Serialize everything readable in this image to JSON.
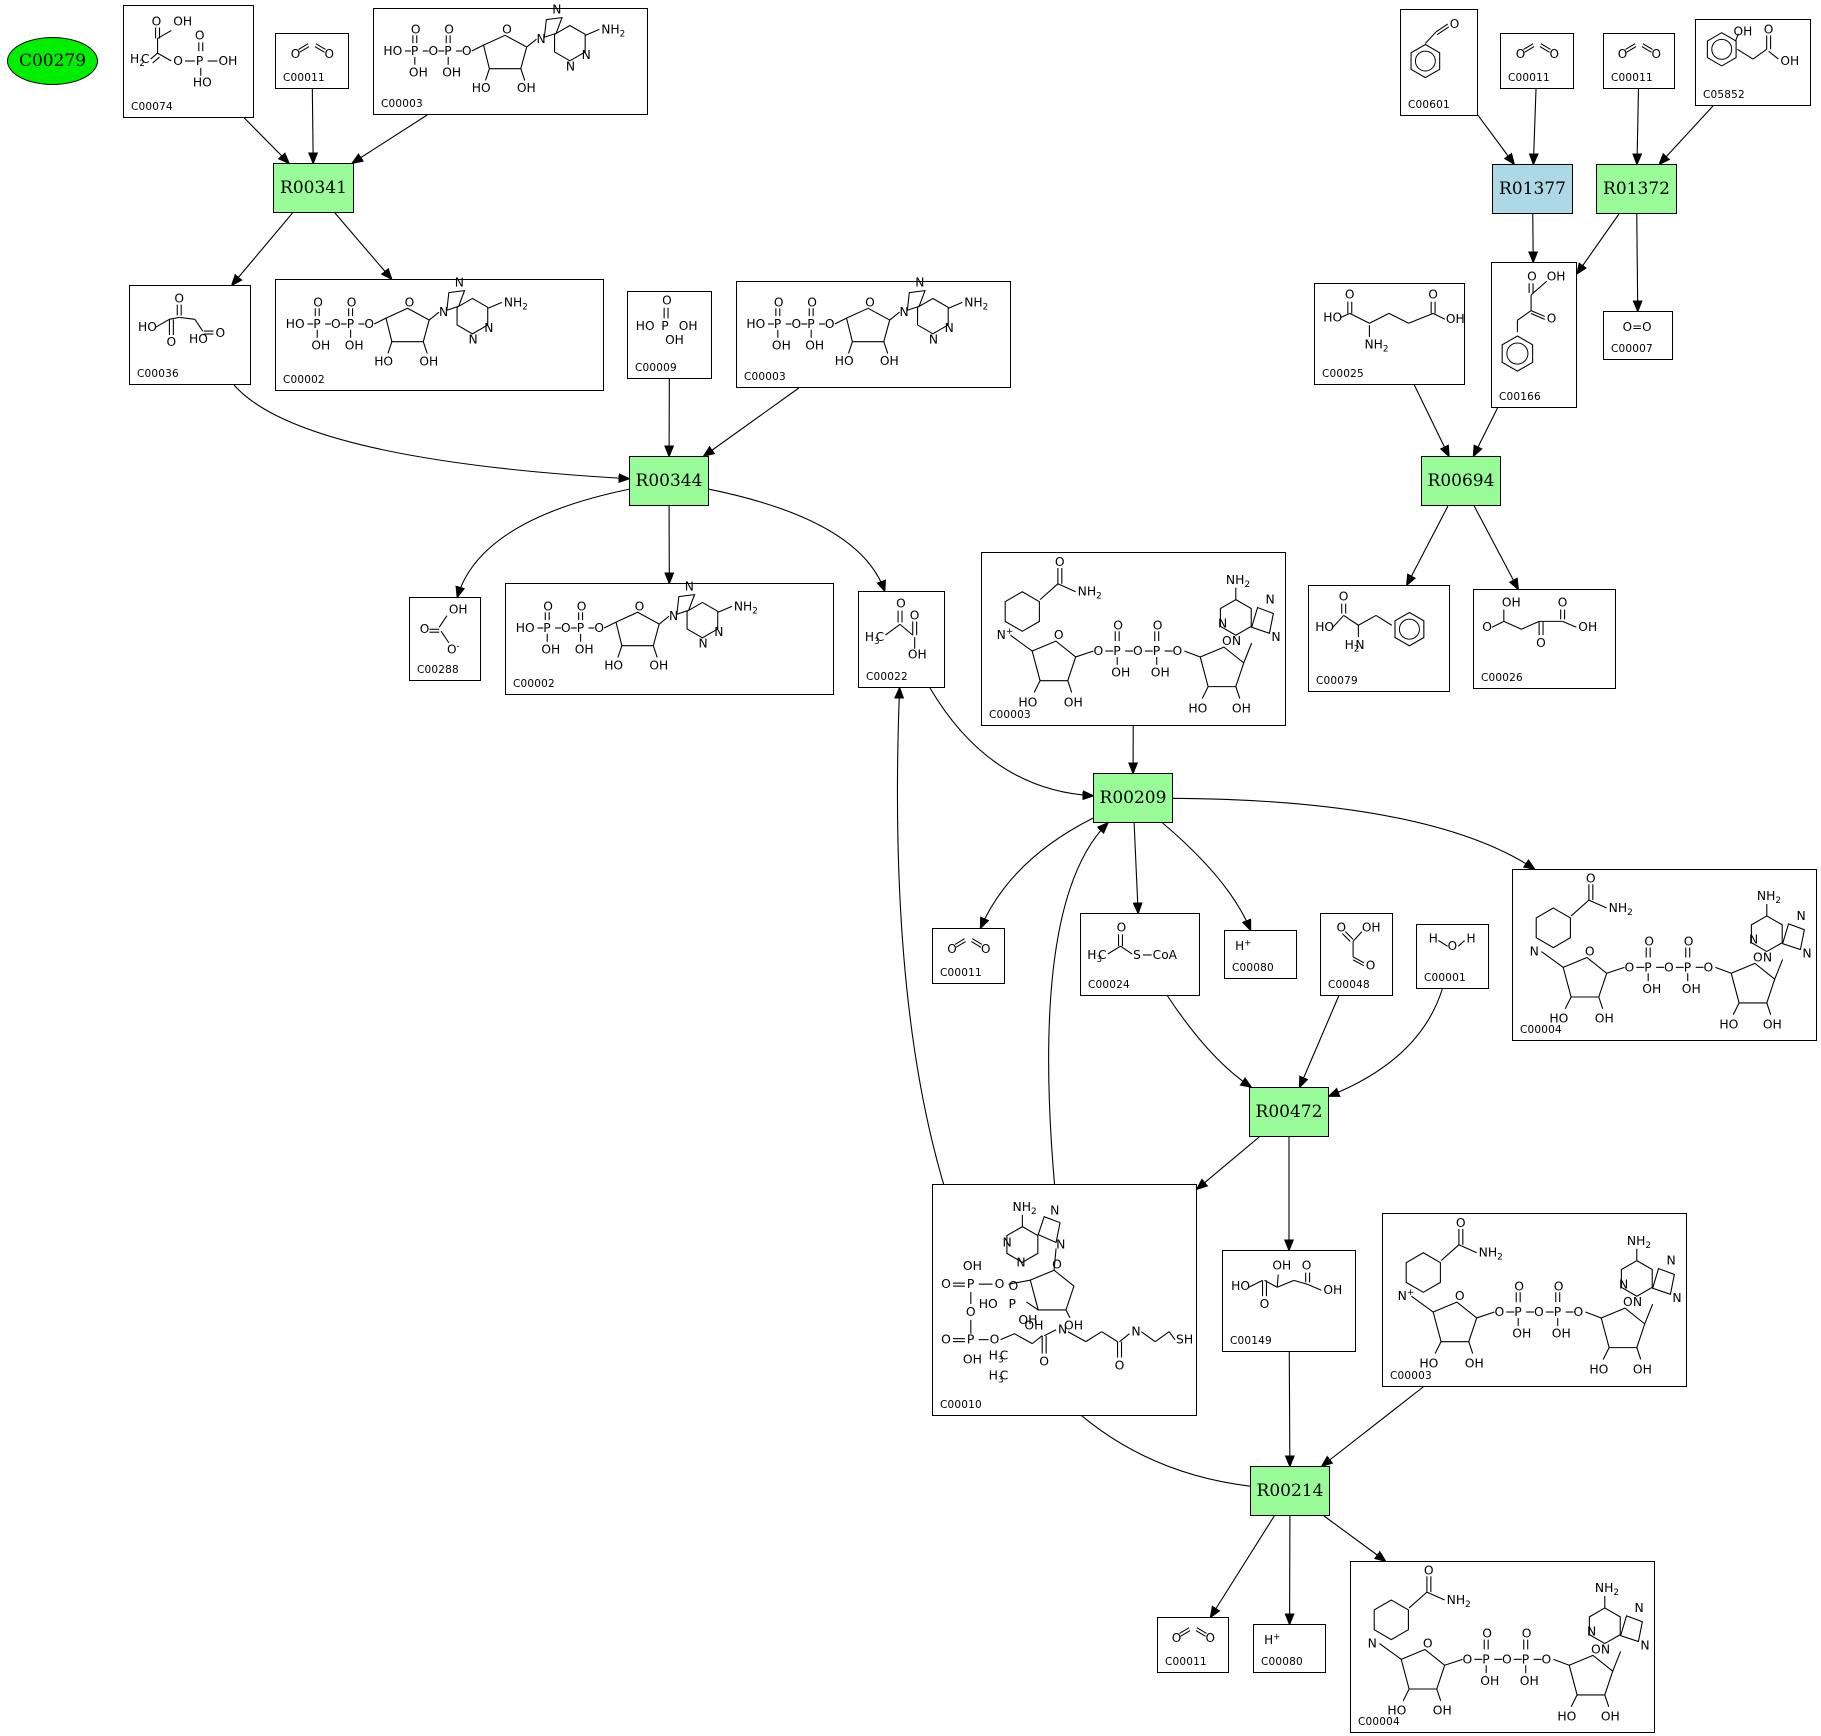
{
  "colors": {
    "reaction": "#98fb98",
    "reaction_selected": "#add8e6",
    "start_node": "#00ee00"
  },
  "start_node": {
    "label": "C00279"
  },
  "reactions": [
    {
      "id": "R00341",
      "label": "R00341",
      "selected": false
    },
    {
      "id": "R00344",
      "label": "R00344",
      "selected": false
    },
    {
      "id": "R00209",
      "label": "R00209",
      "selected": false
    },
    {
      "id": "R00472",
      "label": "R00472",
      "selected": false
    },
    {
      "id": "R00214",
      "label": "R00214",
      "selected": false
    },
    {
      "id": "R01377",
      "label": "R01377",
      "selected": true
    },
    {
      "id": "R01372",
      "label": "R01372",
      "selected": false
    },
    {
      "id": "R00694",
      "label": "R00694",
      "selected": false
    }
  ],
  "compounds": [
    {
      "key": "c00074",
      "id": "C00074",
      "structure": "pep"
    },
    {
      "key": "c00011a",
      "id": "C00011",
      "structure": "co2"
    },
    {
      "key": "c00003a",
      "id": "C00003",
      "structure": "atp"
    },
    {
      "key": "c00036",
      "id": "C00036",
      "structure": "oxaloacetate"
    },
    {
      "key": "c00002a",
      "id": "C00002",
      "structure": "atp"
    },
    {
      "key": "c00009",
      "id": "C00009",
      "structure": "phosphate"
    },
    {
      "key": "c00003b",
      "id": "C00003",
      "structure": "atp"
    },
    {
      "key": "c00288",
      "id": "C00288",
      "structure": "bicarbonate"
    },
    {
      "key": "c00002b",
      "id": "C00002",
      "structure": "atp"
    },
    {
      "key": "c00022",
      "id": "C00022",
      "structure": "pyruvate"
    },
    {
      "key": "c00003c",
      "id": "C00003",
      "structure": "nad"
    },
    {
      "key": "c00011b",
      "id": "C00011",
      "structure": "co2"
    },
    {
      "key": "c00024",
      "id": "C00024",
      "structure": "acetylcoa"
    },
    {
      "key": "c00080a",
      "id": "C00080",
      "structure": "proton"
    },
    {
      "key": "c00048",
      "id": "C00048",
      "structure": "glyoxylate"
    },
    {
      "key": "c00001",
      "id": "C00001",
      "structure": "water"
    },
    {
      "key": "c00004a",
      "id": "C00004",
      "structure": "nadh"
    },
    {
      "key": "c00010",
      "id": "C00010",
      "structure": "coa"
    },
    {
      "key": "c00149",
      "id": "C00149",
      "structure": "malate"
    },
    {
      "key": "c00003d",
      "id": "C00003",
      "structure": "nad"
    },
    {
      "key": "c00011c",
      "id": "C00011",
      "structure": "co2"
    },
    {
      "key": "c00080b",
      "id": "C00080",
      "structure": "proton"
    },
    {
      "key": "c00004b",
      "id": "C00004",
      "structure": "nadh"
    },
    {
      "key": "c00601",
      "id": "C00601",
      "structure": "phenylacetaldehyde"
    },
    {
      "key": "c00011d",
      "id": "C00011",
      "structure": "co2"
    },
    {
      "key": "c00011e",
      "id": "C00011",
      "structure": "co2"
    },
    {
      "key": "c05852",
      "id": "C05852",
      "structure": "hydroxyphenylacetate"
    },
    {
      "key": "c00166",
      "id": "C00166",
      "structure": "phenylpyruvate"
    },
    {
      "key": "c00007",
      "id": "C00007",
      "structure": "oxygen"
    },
    {
      "key": "c00025",
      "id": "C00025",
      "structure": "glutamate"
    },
    {
      "key": "c00079",
      "id": "C00079",
      "structure": "phenylalanine"
    },
    {
      "key": "c00026",
      "id": "C00026",
      "structure": "oxoglutarate"
    }
  ],
  "edges": [
    {
      "from": "c00074",
      "to": "R00341"
    },
    {
      "from": "c00011a",
      "to": "R00341"
    },
    {
      "from": "c00003a",
      "to": "R00341"
    },
    {
      "from": "R00341",
      "to": "c00036"
    },
    {
      "from": "R00341",
      "to": "c00002a"
    },
    {
      "from": "c00036",
      "to": "R00344"
    },
    {
      "from": "c00009",
      "to": "R00344"
    },
    {
      "from": "c00003b",
      "to": "R00344"
    },
    {
      "from": "R00344",
      "to": "c00288"
    },
    {
      "from": "R00344",
      "to": "c00002b"
    },
    {
      "from": "R00344",
      "to": "c00022"
    },
    {
      "from": "c00022",
      "to": "R00209"
    },
    {
      "from": "c00003c",
      "to": "R00209"
    },
    {
      "from": "c00010",
      "to": "R00209"
    },
    {
      "from": "R00209",
      "to": "c00011b"
    },
    {
      "from": "R00209",
      "to": "c00024"
    },
    {
      "from": "R00209",
      "to": "c00080a"
    },
    {
      "from": "R00209",
      "to": "c00004a"
    },
    {
      "from": "c00024",
      "to": "R00472"
    },
    {
      "from": "c00048",
      "to": "R00472"
    },
    {
      "from": "c00001",
      "to": "R00472"
    },
    {
      "from": "R00472",
      "to": "c00010"
    },
    {
      "from": "R00472",
      "to": "c00149"
    },
    {
      "from": "c00149",
      "to": "R00214"
    },
    {
      "from": "c00003d",
      "to": "R00214"
    },
    {
      "from": "R00214",
      "to": "c00022"
    },
    {
      "from": "R00214",
      "to": "c00011c"
    },
    {
      "from": "R00214",
      "to": "c00080b"
    },
    {
      "from": "R00214",
      "to": "c00004b"
    },
    {
      "from": "c00601",
      "to": "R01377"
    },
    {
      "from": "c00011d",
      "to": "R01377"
    },
    {
      "from": "c00011e",
      "to": "R01372"
    },
    {
      "from": "c05852",
      "to": "R01372"
    },
    {
      "from": "R01377",
      "to": "c00166"
    },
    {
      "from": "R01372",
      "to": "c00166"
    },
    {
      "from": "R01372",
      "to": "c00007"
    },
    {
      "from": "c00025",
      "to": "R00694"
    },
    {
      "from": "c00166",
      "to": "R00694"
    },
    {
      "from": "R00694",
      "to": "c00079"
    },
    {
      "from": "R00694",
      "to": "c00026"
    }
  ],
  "atom_labels": {
    "OH": "OH",
    "HO": "HO",
    "O": "O",
    "P": "P",
    "N": "N",
    "S": "S",
    "H": "H",
    "NH2": "NH2",
    "H2C": "H2C",
    "H3C": "H3C",
    "H2N": "H2N",
    "CoA": "CoA",
    "O=O": "O=O",
    "Hplus": "H+",
    "Nplus": "N+",
    "Ominus": "O-"
  }
}
